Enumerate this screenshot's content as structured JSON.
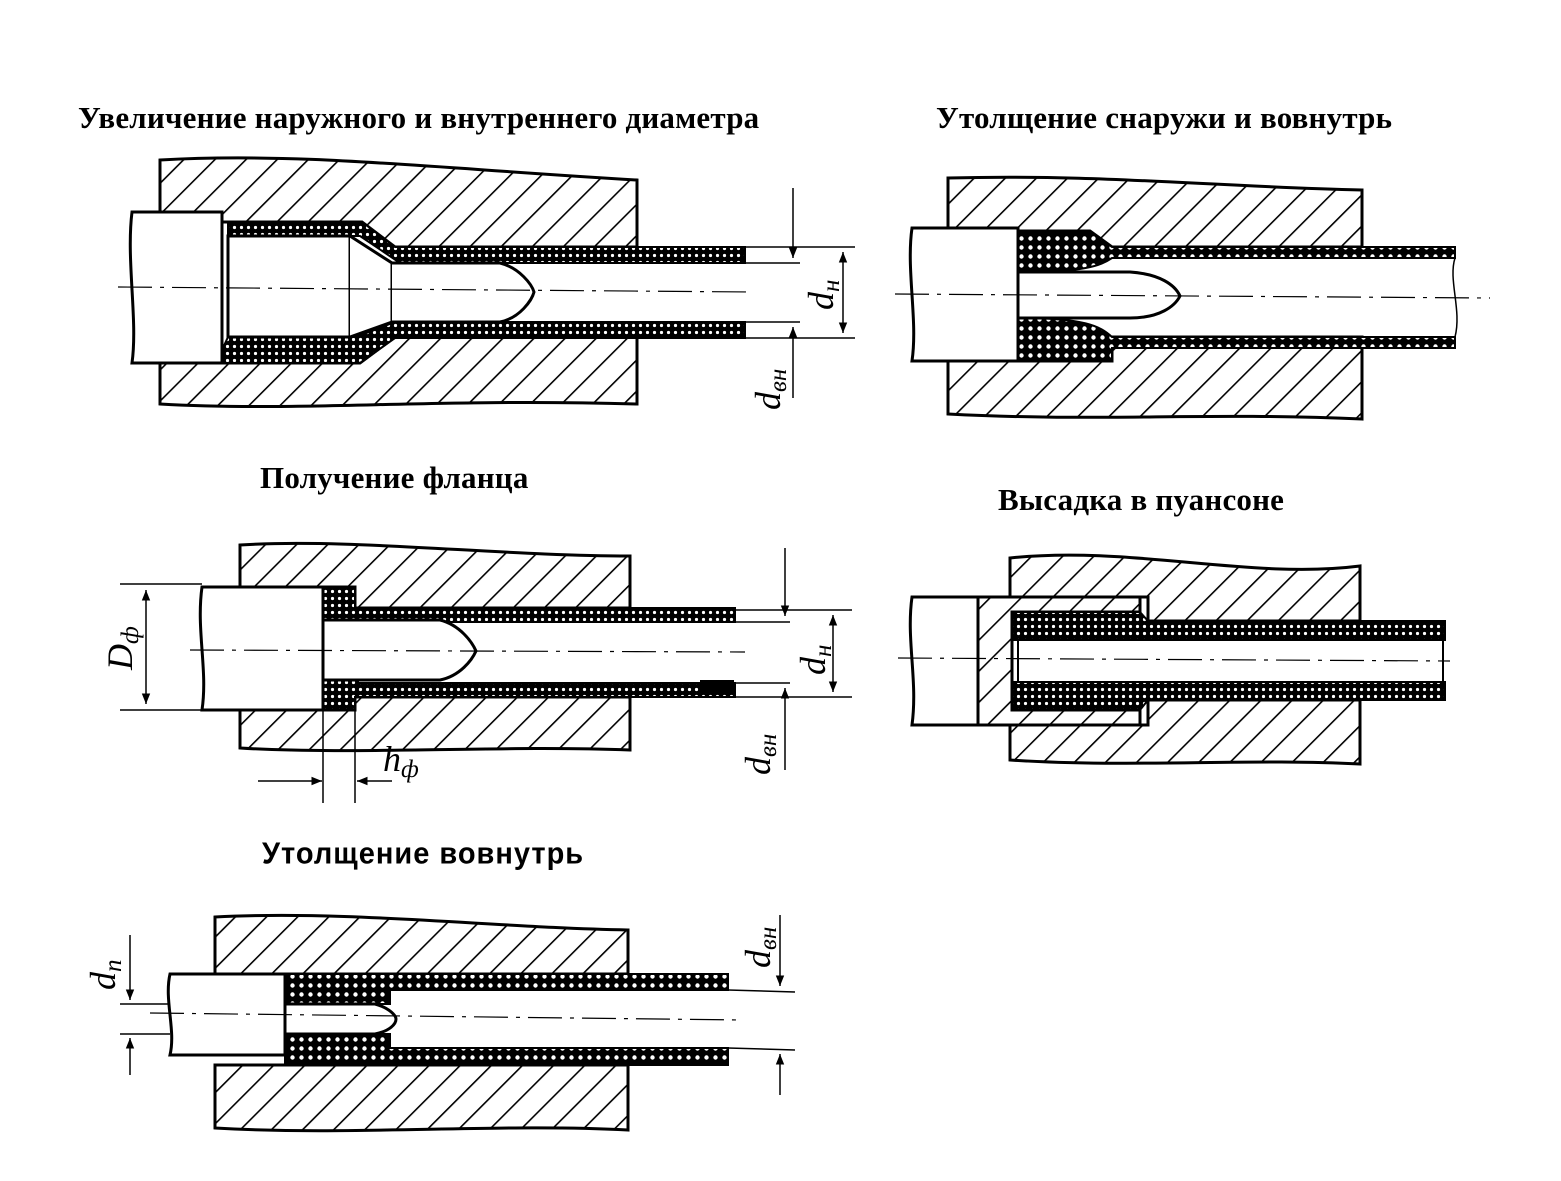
{
  "titles": {
    "d1": "Увеличение наружного и внутреннего диаметра",
    "d2": "Утолщение снаружи и вовнутрь",
    "d3": "Получение фланца",
    "d4": "Высадка в пуансоне",
    "d5": "Утолщение вовнутрь"
  },
  "labels": {
    "d_main": "d",
    "sub_n": "н",
    "sub_vn": "вн",
    "sub_p": "п",
    "D_main": "D",
    "sub_f": "ф",
    "h_main": "h"
  },
  "colors": {
    "ink": "#000000",
    "paper": "#ffffff"
  }
}
